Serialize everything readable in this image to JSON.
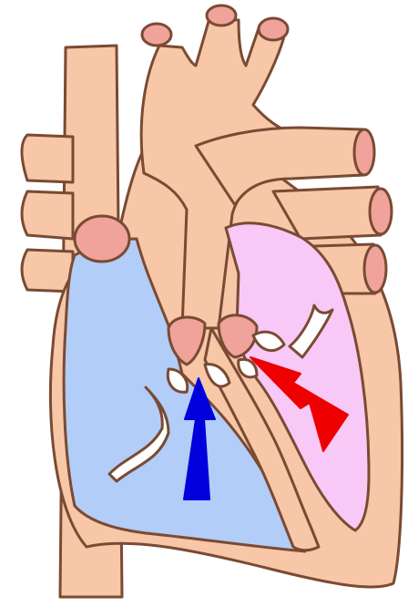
{
  "diagram": {
    "kind": "heart-cross-section",
    "colors": {
      "tissue": "#f7c7a8",
      "vessel_cap": "#f0a39b",
      "outline": "#7a4a33",
      "right_chamber": "#b2cdf7",
      "left_chamber": "#f8c8f6",
      "valve": "#ffffff",
      "deoxygenated_flow": "#0000dd",
      "oxygenated_flow": "#ee0000"
    },
    "arrows": [
      {
        "name": "deoxygenated-flow-arrow",
        "direction": "up"
      },
      {
        "name": "oxygenated-flow-arrow",
        "direction": "up-left"
      }
    ]
  }
}
